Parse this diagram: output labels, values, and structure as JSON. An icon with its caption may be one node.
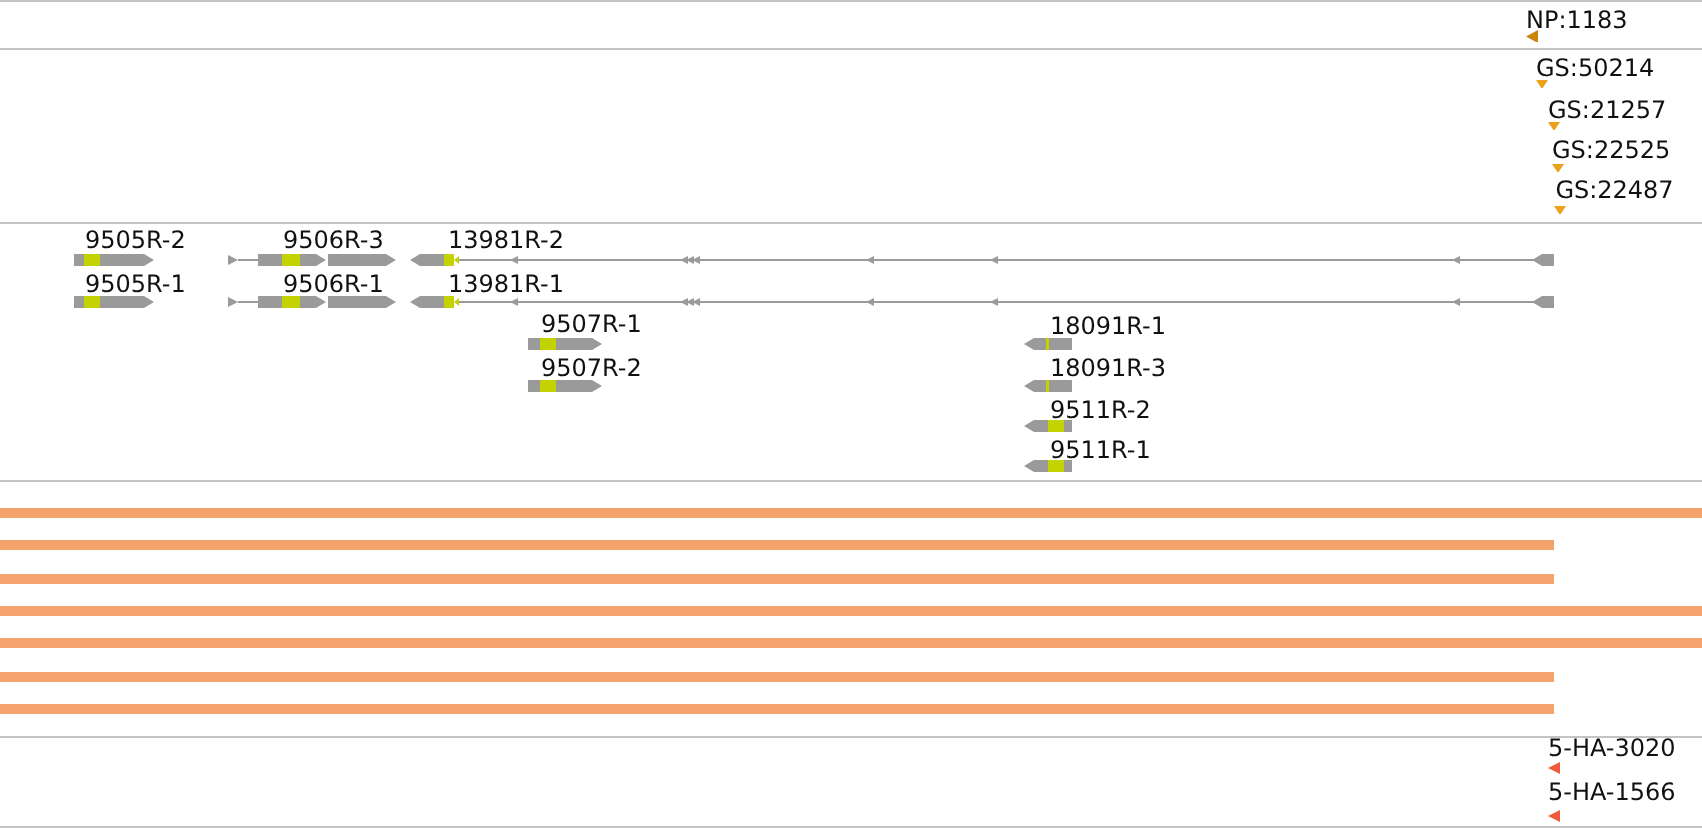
{
  "diagram": {
    "nodes": [
      {
        "text": [
          "NP:1183"
        ]
      },
      {
        "text": [
          "GS:50214"
        ]
      },
      {
        "text": [
          "GS:21257"
        ]
      },
      {
        "text": [
          "GS:22525"
        ]
      },
      {
        "text": [
          "GS:22487"
        ]
      },
      {
        "text": [
          "9505R-2"
        ]
      },
      {
        "text": [
          "9506R-3"
        ]
      },
      {
        "text": [
          "13981R-2"
        ]
      },
      {
        "text": [
          "9505R-1"
        ]
      },
      {
        "text": [
          "9506R-1"
        ]
      },
      {
        "text": [
          "13981R-1"
        ]
      },
      {
        "text": [
          "9507R-1"
        ]
      },
      {
        "text": [
          "18091R-1"
        ]
      },
      {
        "text": [
          "9507R-2"
        ]
      },
      {
        "text": [
          "18091R-3"
        ]
      },
      {
        "text": [
          "9511R-2"
        ]
      },
      {
        "text": [
          "9511R-1"
        ]
      },
      {
        "text": [],
        "shape": "bar"
      },
      {
        "text": [],
        "shape": "bar"
      },
      {
        "text": [],
        "shape": "bar"
      },
      {
        "text": [],
        "shape": "bar"
      },
      {
        "text": [],
        "shape": "bar"
      },
      {
        "text": [],
        "shape": "bar"
      },
      {
        "text": [],
        "shape": "bar"
      },
      {
        "text": [
          "5-HA-3020"
        ]
      },
      {
        "text": [
          "5-HA-1566"
        ]
      }
    ]
  }
}
